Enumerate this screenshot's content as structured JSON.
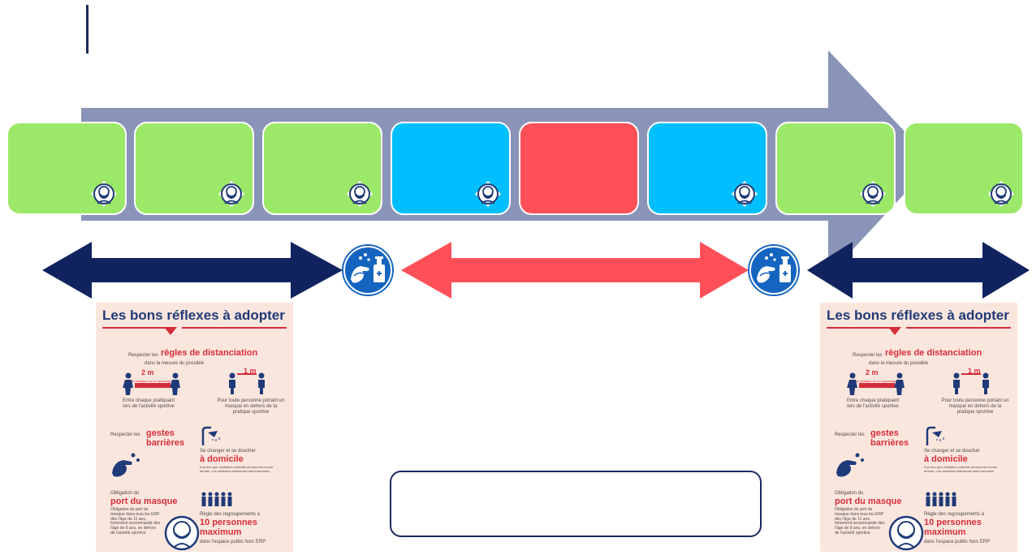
{
  "colors": {
    "process_arrow": "#8a94b8",
    "step_green": "#9ce868",
    "step_blue": "#00bfff",
    "step_red": "#ff5059",
    "range_navy": "#10235e",
    "range_red": "#ff5059",
    "icon_blue": "#1565c0"
  },
  "steps": [
    {
      "color": "green",
      "icon": "mask-face-icon"
    },
    {
      "color": "green",
      "icon": "mask-face-icon"
    },
    {
      "color": "green",
      "icon": "mask-face-icon"
    },
    {
      "color": "blue",
      "icon": "mask-face-icon"
    },
    {
      "color": "red",
      "icon": ""
    },
    {
      "color": "blue",
      "icon": "mask-face-icon"
    },
    {
      "color": "green",
      "icon": "mask-face-icon"
    },
    {
      "color": "green",
      "icon": "mask-face-icon"
    }
  ],
  "hand_wash_icons": [
    "hand-wash-sanitizer-icon",
    "hand-wash-sanitizer-icon"
  ],
  "poster": {
    "title": "Les bons réflexes à adopter",
    "distance_intro": "Respecter les",
    "distance_title": "règles de distanciation",
    "distance_sub": "dans la mesure du possible",
    "two_m": "2 m",
    "two_m_note": "en statique ou en dynamique",
    "two_m_caption": "Entre chaque pratiquant lors de l'activité sportive",
    "one_m": "1 m",
    "one_m_caption": "Pour toute personne portant un masque en dehors de la pratique sportive",
    "gestes_intro": "Respecter les",
    "gestes_title": "gestes barrières",
    "shower_intro": "Se changer et se doucher",
    "shower_title": "à domicile",
    "shower_note": "Il ya lieu que vestiaires collectifs demeurent encore fermés. Les vestiaires individuels étant autorisés",
    "mask_intro": "Obligation du",
    "mask_title": "port du masque",
    "mask_note": "Obligation du port du masque dans tous les ERP dès l'âge de 11 ans, fortement recommandé dès l'âge de 8 ans, en dehors de l'activité sportive",
    "group_intro": "Règle des regroupements à",
    "group_title": "10 personnes maximum",
    "group_note": "dans l'espace public hors ERP"
  },
  "textbox": ""
}
